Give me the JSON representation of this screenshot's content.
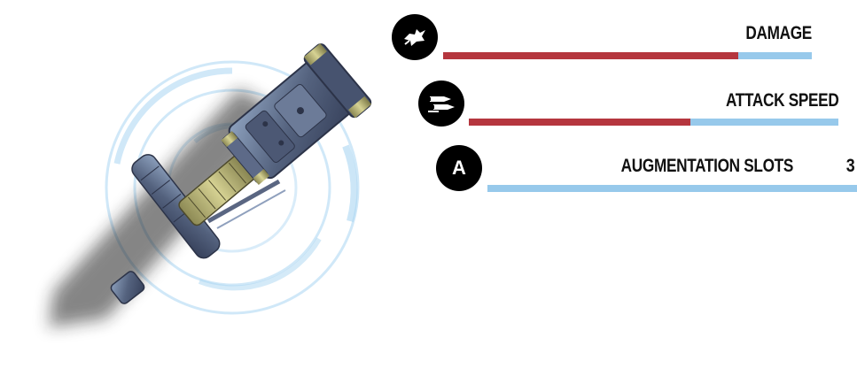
{
  "colors": {
    "bar_fill": "#b5363e",
    "bar_track": "#97c9eb",
    "ring": "#aad5f2",
    "icon_bg": "#000000"
  },
  "weapon_image": {
    "icon": "hammer-weapon-render"
  },
  "stats": [
    {
      "label": "DAMAGE",
      "icon": "fist-icon",
      "fill": 0.8,
      "value": ""
    },
    {
      "label": "ATTACK SPEED",
      "icon": "bullets-icon",
      "fill": 0.6,
      "value": ""
    },
    {
      "label": "AUGMENTATION SLOTS",
      "icon": "letter-a-icon",
      "icon_text": "A",
      "fill": 0.0,
      "value": "3"
    }
  ]
}
